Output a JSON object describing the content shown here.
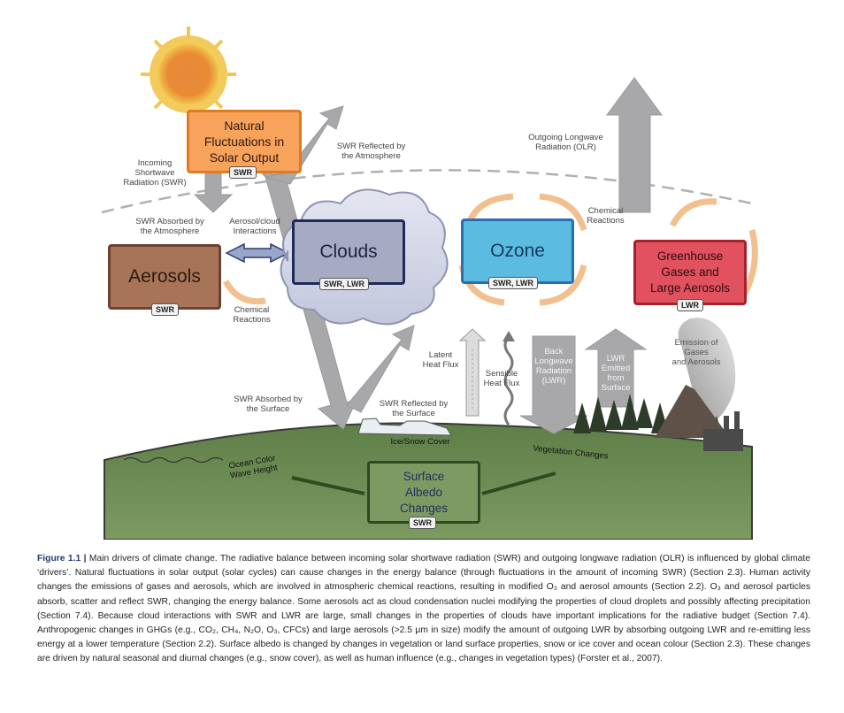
{
  "diagram": {
    "boxes": {
      "solar": "Natural\nFluctuations in\nSolar Output",
      "clouds": "Clouds",
      "ozone": "Ozone",
      "aerosols": "Aerosols",
      "ghg": "Greenhouse\nGases and\nLarge Aerosols",
      "albedo": "Surface\nAlbedo\nChanges"
    },
    "tags": {
      "solar": "SWR",
      "clouds": "SWR, LWR",
      "ozone": "SWR, LWR",
      "aerosols": "SWR",
      "ghg": "LWR",
      "albedo": "SWR"
    },
    "labels": {
      "incoming_swr": "Incoming\nShortwave\nRadiation (SWR)",
      "swr_reflected_atmosphere": "SWR Reflected by\nthe Atmosphere",
      "outgoing_lwr": "Outgoing Longwave\nRadiation (OLR)",
      "swr_absorbed_atmosphere": "SWR Absorbed by\nthe Atmosphere",
      "aerosol_cloud": "Aerosol/cloud\nInteractions",
      "chemical_reactions_left": "Chemical\nReactions",
      "chemical_reactions_right": "Chemical\nReactions",
      "latent_heat": "Latent\nHeat Flux",
      "sensible_heat": "Sensible\nHeat Flux",
      "back_longwave": "Back\nLongwave\nRadiation\n(LWR)",
      "lwr_emitted": "LWR\nEmitted\nfrom\nSurface",
      "emission": "Emission of\nGases\nand Aerosols",
      "swr_absorbed_surface": "SWR Absorbed by\nthe Surface",
      "swr_reflected_surface": "SWR Reflected by\nthe Surface",
      "ice_snow": "Ice/Snow Cover",
      "vegetation": "Vegetation Changes",
      "ocean": "Ocean Color\nWave Height"
    }
  },
  "caption": {
    "figure_label": "Figure 1.1 |",
    "text": "Main drivers of climate change. The radiative balance between incoming solar shortwave radiation (SWR) and outgoing longwave radiation (OLR) is influenced by global climate ‘drivers’. Natural fluctuations in solar output (solar cycles) can cause changes in the energy balance (through fluctuations in the amount of incoming SWR) (Section 2.3). Human activity changes the emissions of gases and aerosols, which are involved in atmospheric chemical reactions, resulting in modified O₃ and aerosol amounts (Section 2.2). O₃ and aerosol particles absorb, scatter and reflect SWR, changing the energy balance. Some aerosols act as cloud condensation nuclei modifying the properties of cloud droplets and possibly affecting precipitation (Section 7.4). Because cloud interactions with SWR and LWR are large, small changes in the properties of clouds have important implications for the radiative budget (Section 7.4). Anthropogenic changes in GHGs (e.g., CO₂, CH₄, N₂O, O₃, CFCs) and large aerosols (>2.5 μm in size) modify the amount of outgoing LWR by absorbing outgoing LWR and re-emitting less energy at a lower temperature (Section 2.2). Surface albedo is changed by changes in vegetation or land surface properties, snow or ice cover and ocean colour (Section 2.3). These changes are driven by natural seasonal and diurnal changes (e.g., snow cover), as well as human influence (e.g., changes in vegetation types) (Forster et al., 2007)."
  },
  "colors": {
    "solar_fill": "#f7a35c",
    "solar_border": "#e07b22",
    "clouds_fill": "#a7aac3",
    "clouds_border": "#1f2a5a",
    "ozone_fill": "#5bbbe0",
    "ozone_border": "#2b6fb3",
    "aerosols_fill": "#a77458",
    "aerosols_border": "#6b4230",
    "ghg_fill": "#e2525e",
    "ghg_border": "#a9202d",
    "albedo_fill": "#7d9a63",
    "albedo_border": "#2f4a1f",
    "ground": "#6d8c55",
    "arrow_grey": "#a8a8ab",
    "orange_arrow": "#f2c08f"
  }
}
